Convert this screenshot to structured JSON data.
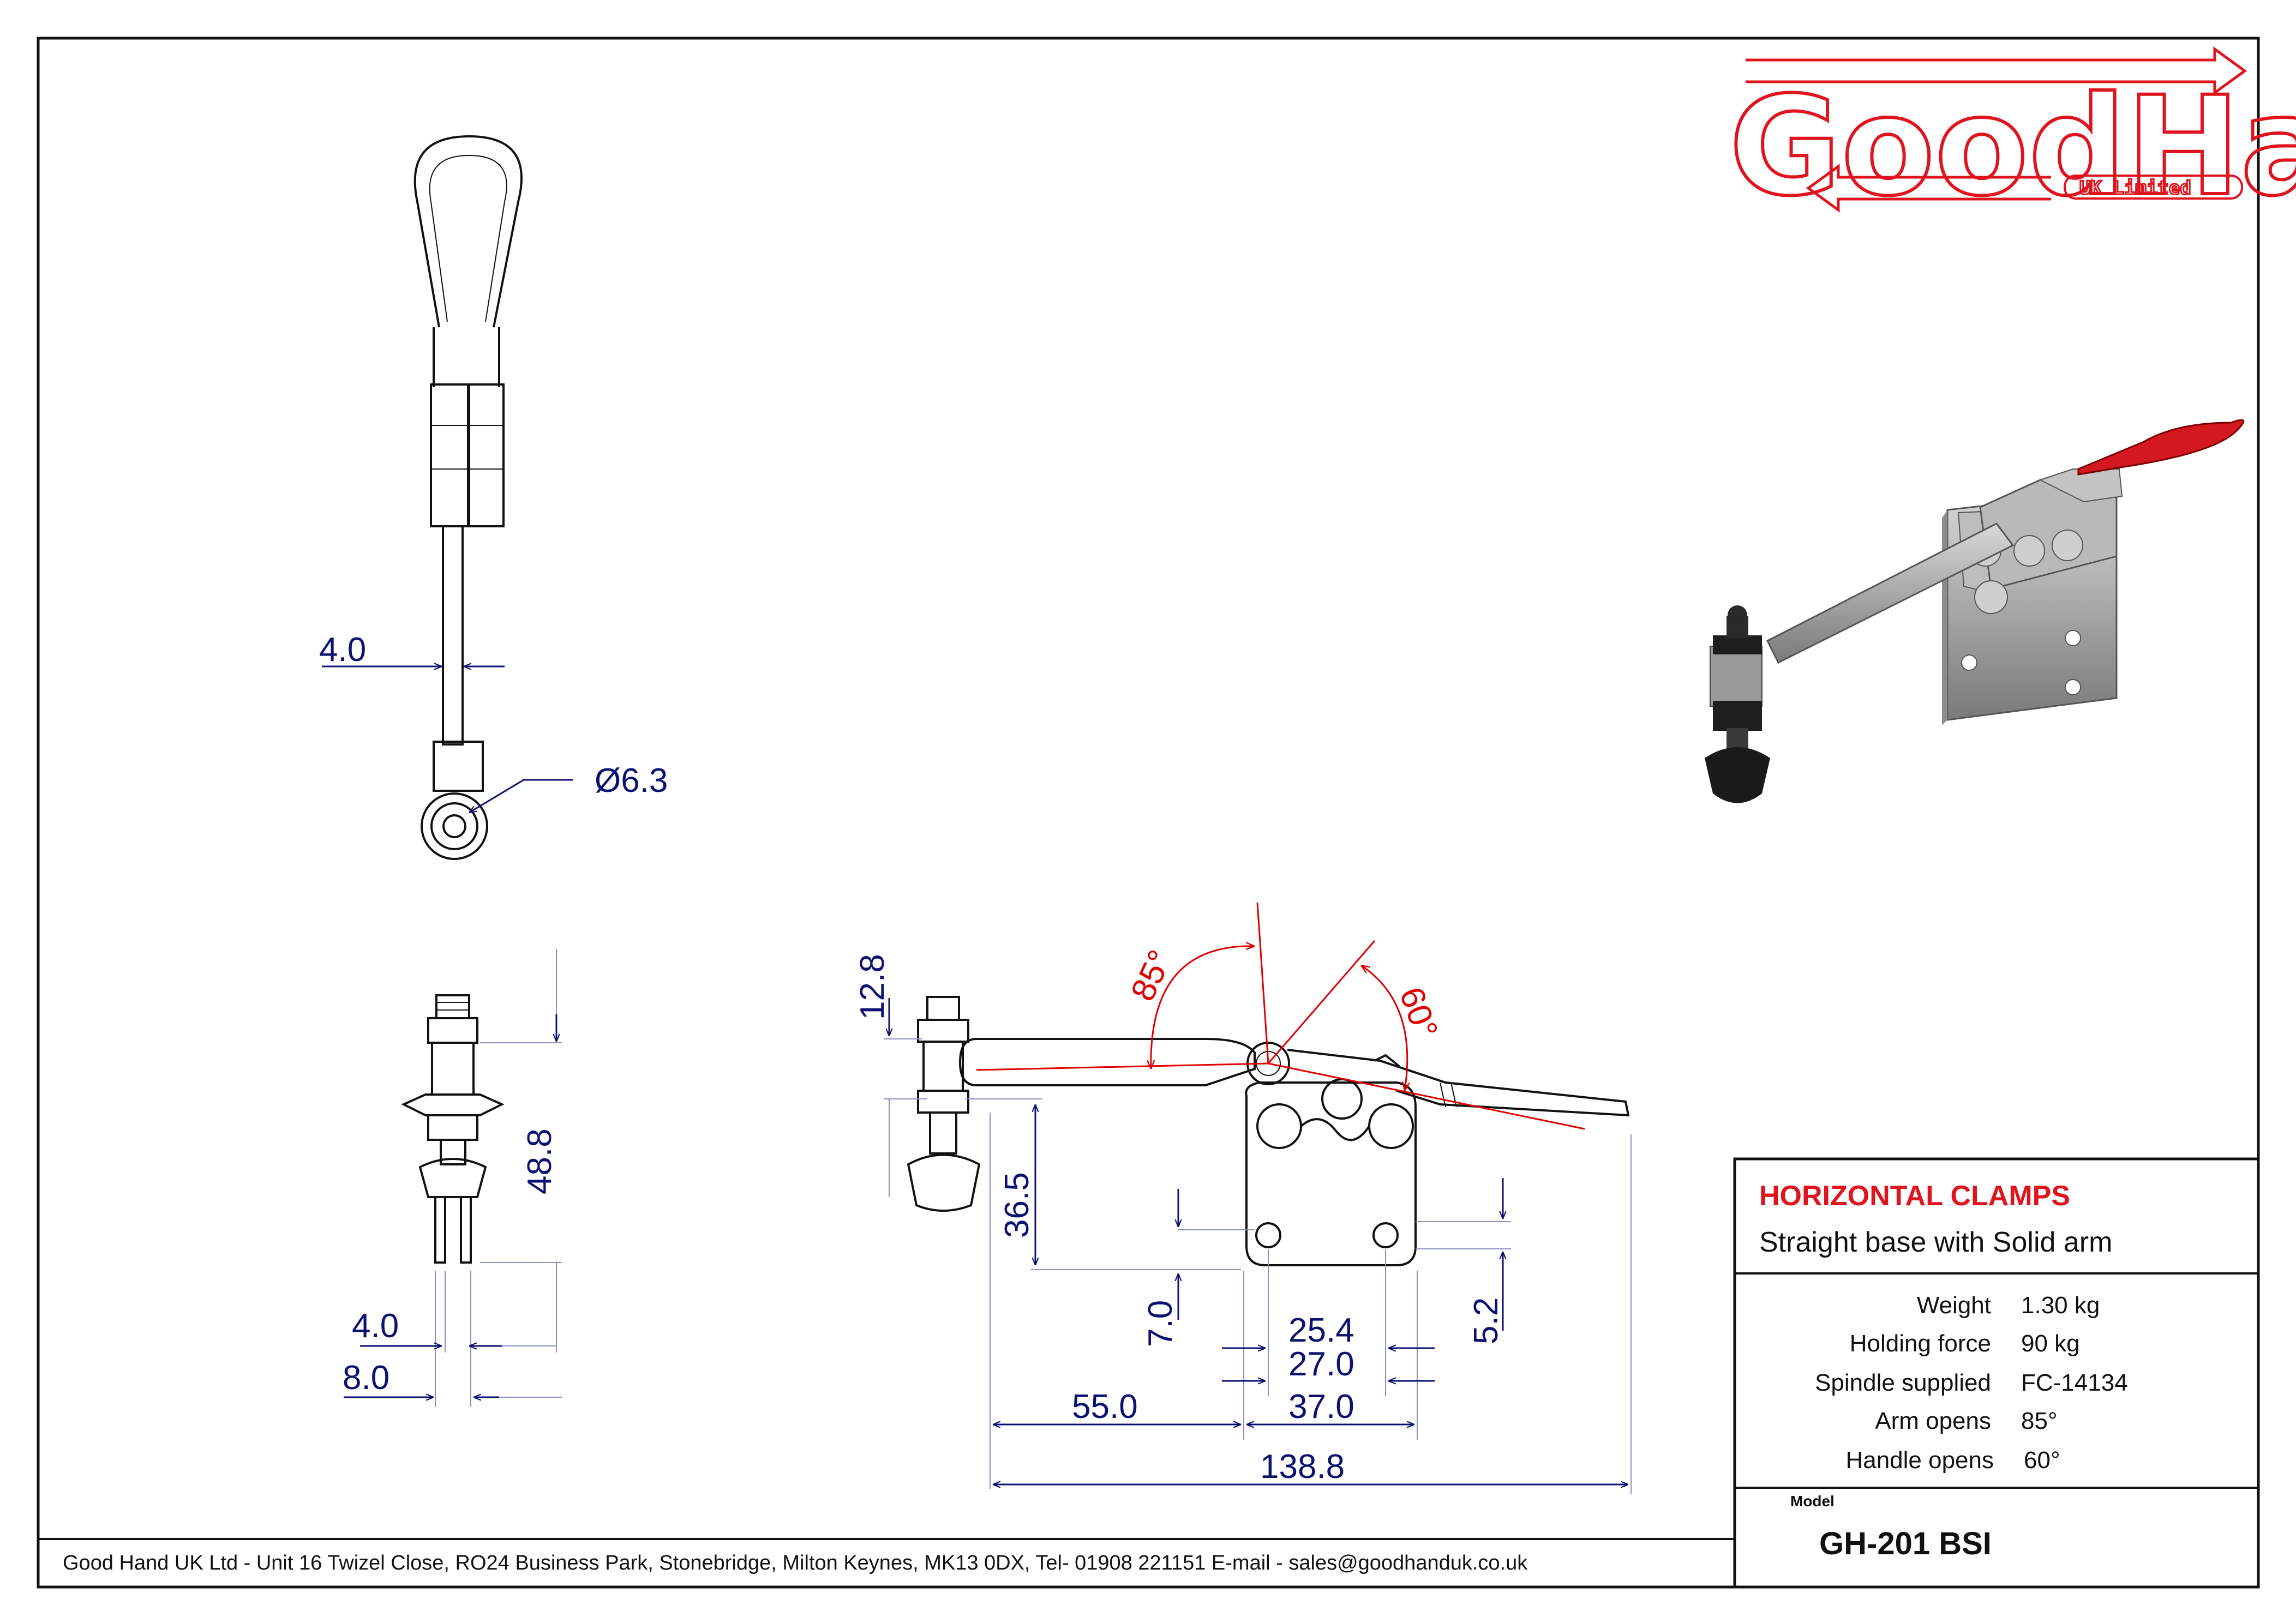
{
  "logo": {
    "name": "GoodHand",
    "subtitle": "UK Limited"
  },
  "dimensions": {
    "arm_thickness": "4.0",
    "hole_diameter": "Ø6.3",
    "spindle_height": "12.8",
    "spindle_length": "48.8",
    "spindle_width_a": "4.0",
    "spindle_width_b": "8.0",
    "base_height": "36.5",
    "base_thickness": "7.0",
    "hole_spacing_inner": "25.4",
    "hole_spacing_outer": "27.0",
    "hole_offset": "5.2",
    "spindle_offset": "55.0",
    "base_width": "37.0",
    "overall_length": "138.8"
  },
  "angles": {
    "arm_opens": "85°",
    "handle_opens": "60°"
  },
  "title_block": {
    "category": "HORIZONTAL CLAMPS",
    "description": "Straight base with Solid arm",
    "specs": [
      {
        "label": "Weight",
        "value": "1.30 kg"
      },
      {
        "label": "Holding force",
        "value": "90 kg"
      },
      {
        "label": "Spindle supplied",
        "value": "FC-14134"
      },
      {
        "label": "Arm opens",
        "value": "85°"
      },
      {
        "label": "Handle opens",
        "value": "60°"
      }
    ],
    "model_label": "Model",
    "model": "GH-201 BSI"
  },
  "footer": "Good Hand UK Ltd  - Unit 16 Twizel Close, RO24 Business Park, Stonebridge, Milton Keynes, MK13 0DX,  Tel- 01908 221151  E-mail - sales@goodhanduk.co.uk",
  "colors": {
    "brand": "#e0141e",
    "dimension": "#0b1170",
    "angle": "#e00000",
    "handle": "#d41820"
  }
}
